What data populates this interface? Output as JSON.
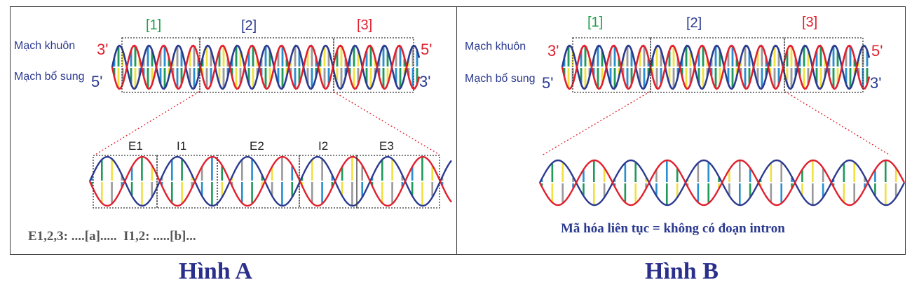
{
  "figure_a": {
    "region_labels": [
      "[1]",
      "[2]",
      "[3]"
    ],
    "region_colors": [
      "#1fa04a",
      "#2b3a8f",
      "#e0202e"
    ],
    "template_strand_label": "Mạch khuôn",
    "coding_strand_label": "Mạch bổ sung",
    "template_end_left": "3'",
    "template_end_right": "5'",
    "coding_end_left": "5'",
    "coding_end_right": "3'",
    "segment_labels": [
      "E1",
      "I1",
      "E2",
      "I2",
      "E3"
    ],
    "caption": "E1,2,3: ....[a].....  I1,2: .....[b]...",
    "title": "Hình A"
  },
  "figure_b": {
    "region_labels": [
      "[1]",
      "[2]",
      "[3]"
    ],
    "template_strand_label": "Mạch khuôn",
    "coding_strand_label": "Mạch bổ sung",
    "template_end_left": "3'",
    "template_end_right": "5'",
    "coding_end_left": "5'",
    "coding_end_right": "3'",
    "caption": "Mã hóa liên tục = không có đoạn intron",
    "title": "Hình B"
  },
  "colors": {
    "strand_red": "#e0202e",
    "strand_blue": "#2b3a8f",
    "title_blue": "#2a2f8c",
    "caption_gray": "#555555",
    "rung_colors": [
      "#2a8fd0",
      "#1f9a5a",
      "#f0e040",
      "#9a9a9a"
    ]
  }
}
